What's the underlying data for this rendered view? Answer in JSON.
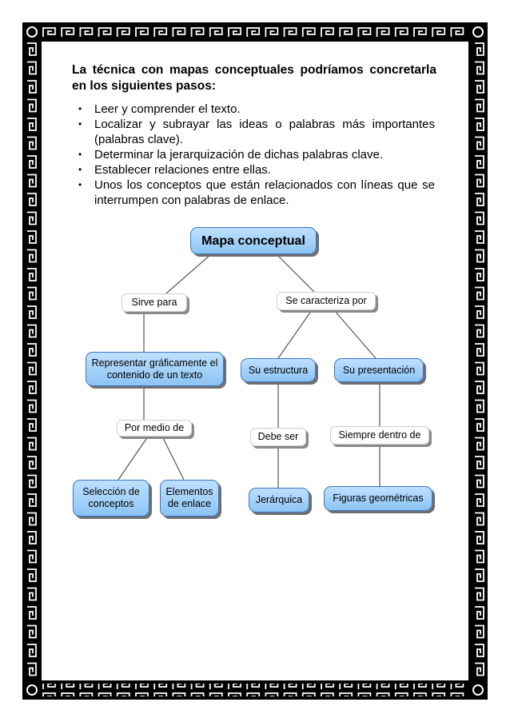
{
  "intro": "La técnica con mapas conceptuales podríamos concretarla en los siguientes pasos:",
  "steps": [
    "Leer y comprender el texto.",
    "Localizar y subrayar las ideas o palabras más importantes (palabras clave).",
    "Determinar la jerarquización de dichas palabras clave.",
    "Establecer relaciones entre ellas.",
    "Unos los conceptos que están relacionados con líneas que se interrumpen con palabras de enlace."
  ],
  "map": {
    "root": "Mapa conceptual",
    "link_sirve": "Sirve para",
    "link_caracteriza": "Se caracteriza por",
    "representar": "Representar gráficamente el contenido de un texto",
    "estructura": "Su estructura",
    "presentacion": "Su presentación",
    "link_medio": "Por medio de",
    "link_debe": "Debe ser",
    "link_siempre": "Siempre dentro de",
    "seleccion": "Selección de conceptos",
    "elementos": "Elementos de enlace",
    "jerarquica": "Jerárquica",
    "figuras": "Figuras geométricas"
  }
}
